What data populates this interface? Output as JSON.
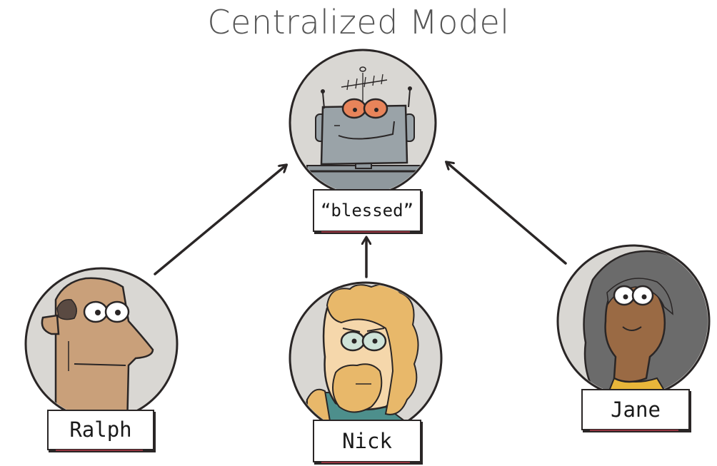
{
  "title": "Centralized Model",
  "nodes": {
    "server": {
      "label": "“blessed”"
    },
    "ralph": {
      "label": "Ralph"
    },
    "nick": {
      "label": "Nick"
    },
    "jane": {
      "label": "Jane"
    }
  },
  "colors": {
    "circle_fill": "#d9d7d3",
    "outline": "#2a2626",
    "robot_body": "#9aa3a8",
    "robot_eye": "#e8845a",
    "ralph_skin": "#c9a07a",
    "nick_hair": "#e8b86a",
    "jane_hair": "#6b6b6b",
    "jane_skin": "#9a6a44"
  }
}
